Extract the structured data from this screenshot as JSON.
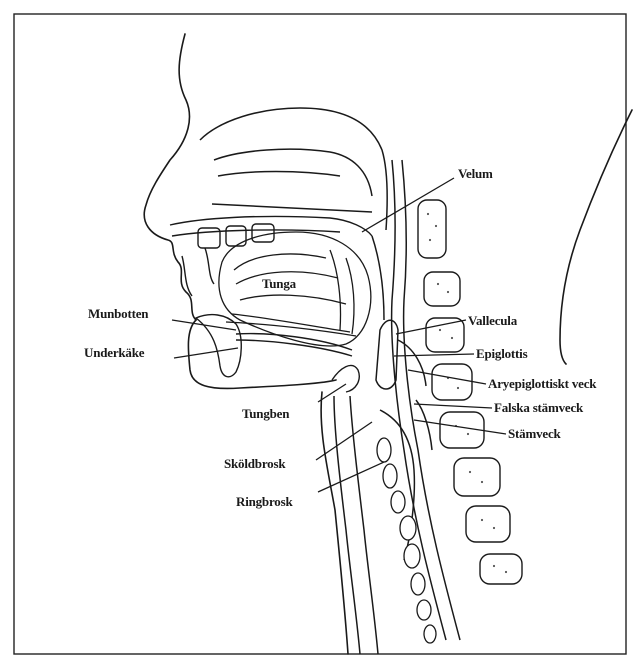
{
  "labels": {
    "velum": "Velum",
    "tunga": "Tunga",
    "munbotten": "Munbotten",
    "underkake": "Underkäke",
    "vallecula": "Vallecula",
    "epiglottis": "Epiglottis",
    "aryepiglottiskt_veck": "Aryepiglottiskt veck",
    "falska_stamveck": "Falska stämveck",
    "stamveck": "Stämveck",
    "tungben": "Tungben",
    "skoldbrosk": "Sköldbrosk",
    "ringbrosk": "Ringbrosk"
  }
}
